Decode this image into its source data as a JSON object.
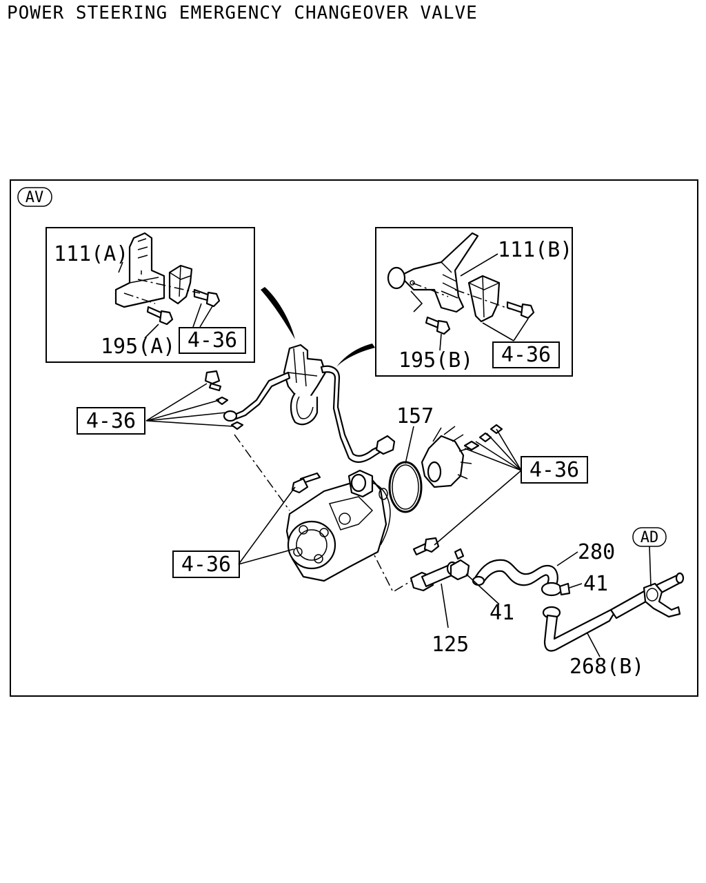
{
  "title": "POWER STEERING EMERGENCY CHANGEOVER VALVE",
  "view_tag": "AV",
  "ref_tag": "AD",
  "inset_a": {
    "bracket": "111(A)",
    "bolt": "195(A)",
    "ref": "4-36"
  },
  "inset_b": {
    "bracket": "111(B)",
    "bolt": "195(B)",
    "ref": "4-36"
  },
  "callouts": {
    "ref_left_upper": "4-36",
    "ref_right": "4-36",
    "ref_left_lower": "4-36",
    "oring": "157",
    "hose": "280",
    "clip_upper": "41",
    "clip_lower": "41",
    "pipe": "125",
    "tube": "268(B)"
  }
}
